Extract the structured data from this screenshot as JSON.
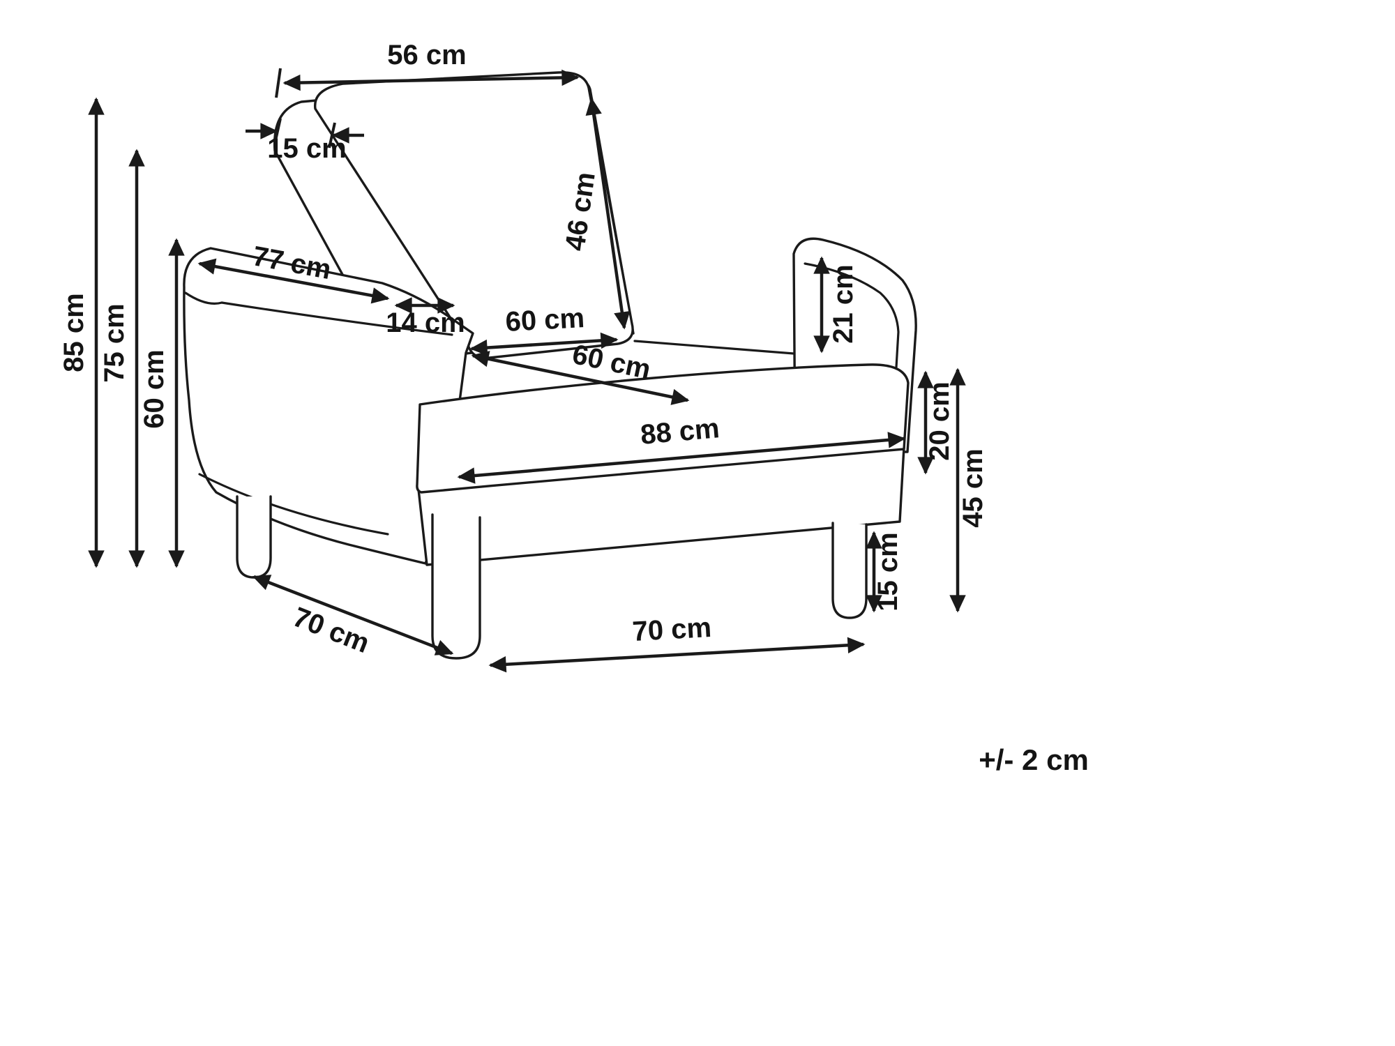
{
  "diagram": {
    "title": "armchair-dimension-diagram",
    "tolerance": "+/- 2 cm",
    "colors": {
      "line": "#1a1a1a",
      "background": "#ffffff"
    },
    "dims": {
      "backrest_width": "56 cm",
      "backrest_thickness": "15 cm",
      "backrest_cushion_height": "46 cm",
      "overall_height": "85 cm",
      "back_height": "75 cm",
      "armrest_height": "60 cm",
      "armrest_length": "77 cm",
      "armrest_top_width": "14 cm",
      "seat_depth_back": "60 cm",
      "seat_depth_diagonal": "60 cm",
      "armrest_above_seat": "21 cm",
      "seat_width": "88 cm",
      "seat_cushion_thickness": "20 cm",
      "seat_height": "45 cm",
      "leg_height": "15 cm",
      "side_depth": "70 cm",
      "front_leg_span": "70 cm"
    }
  }
}
